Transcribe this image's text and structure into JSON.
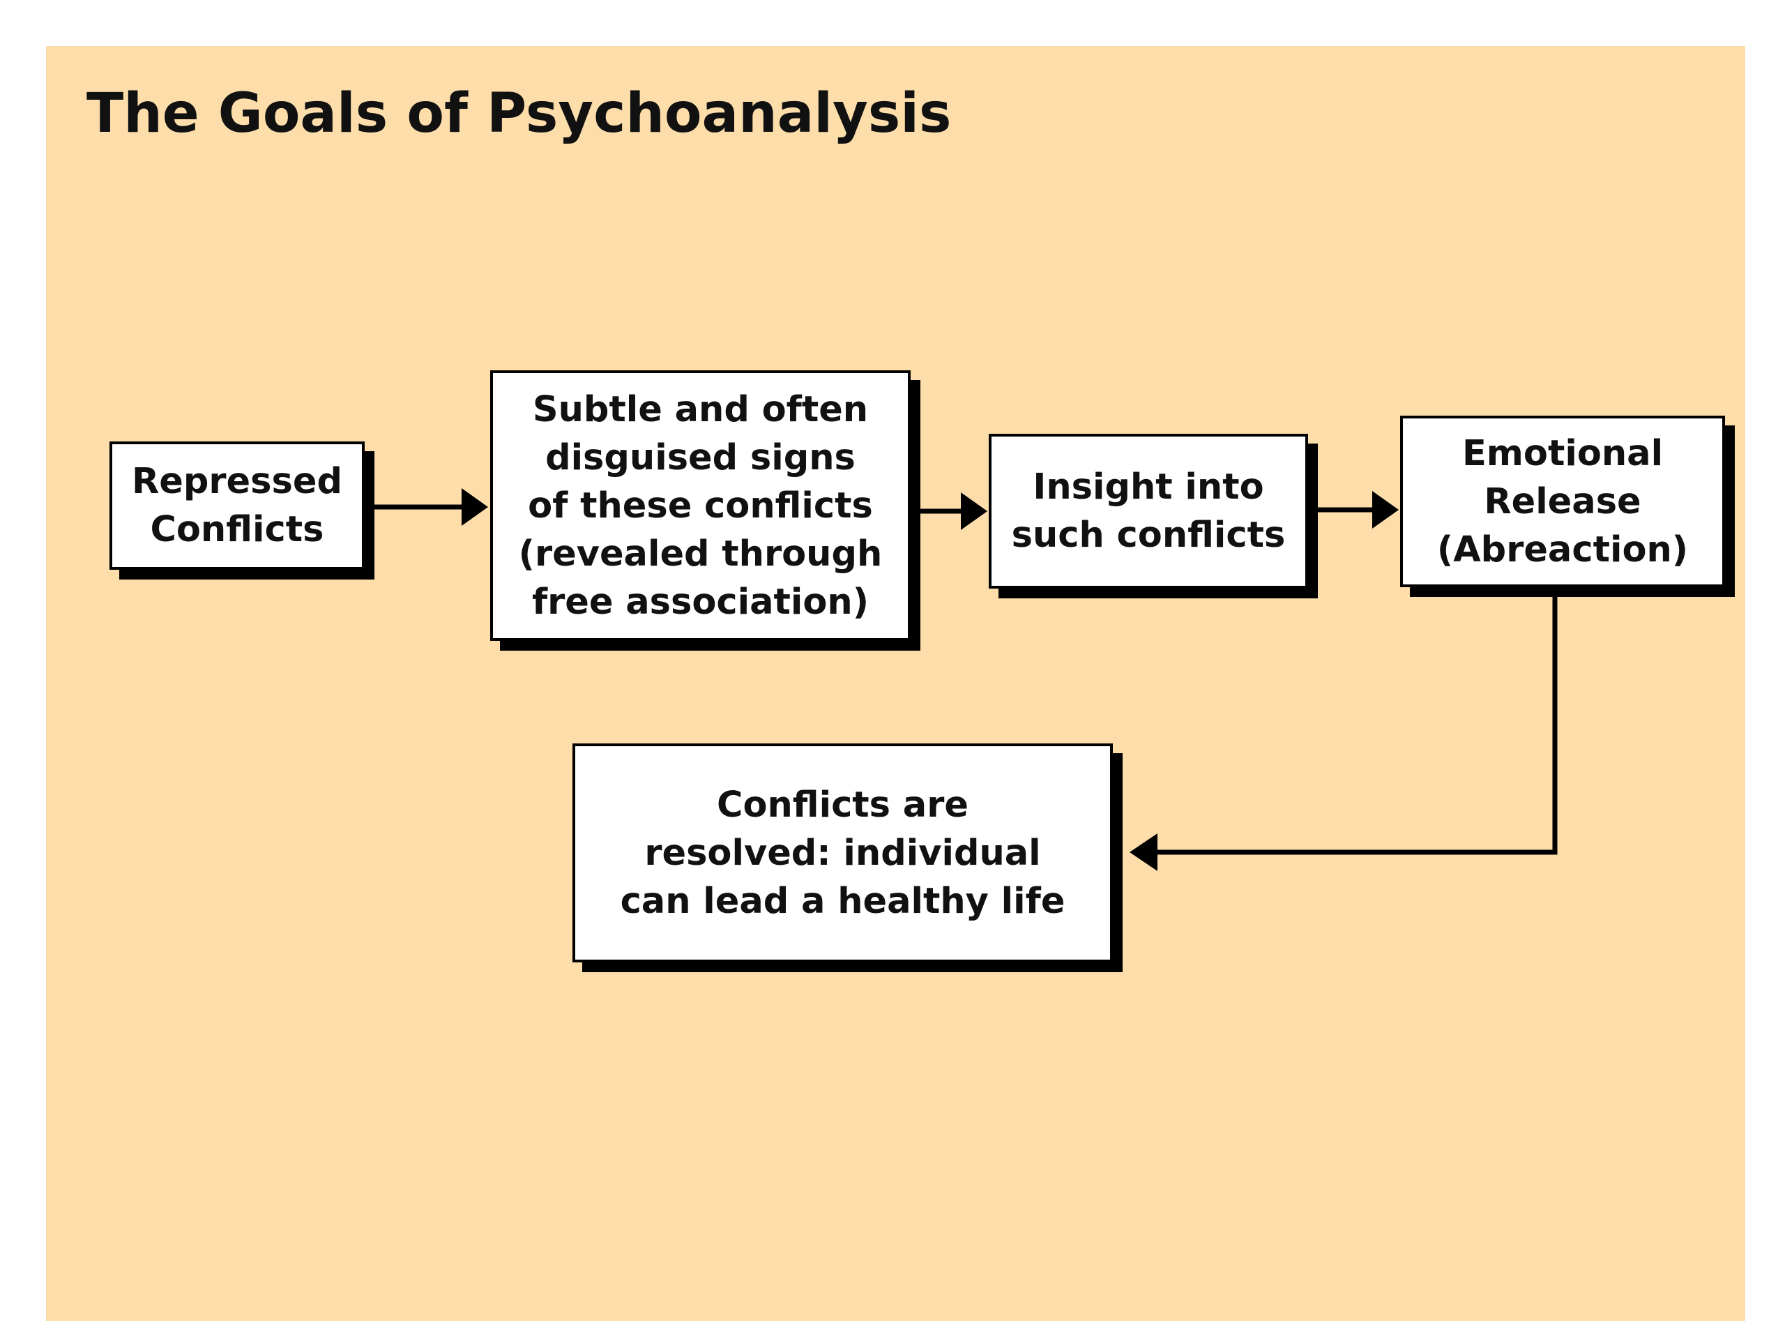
{
  "title": "The Goals of Psychoanalysis",
  "colors": {
    "background": "#FDDEAB",
    "box_fill": "#ffffff",
    "stroke": "#000000"
  },
  "nodes": {
    "repressed": "Repressed\nConflicts",
    "signs": "Subtle and often\ndisguised signs\nof these conflicts\n(revealed through\nfree association)",
    "insight": "Insight into\nsuch conflicts",
    "release": "Emotional\nRelease\n(Abreaction)",
    "resolved": "Conflicts are\nresolved: individual\ncan lead a healthy life"
  },
  "edges": [
    {
      "from": "repressed",
      "to": "signs"
    },
    {
      "from": "signs",
      "to": "insight"
    },
    {
      "from": "insight",
      "to": "release"
    },
    {
      "from": "release",
      "to": "resolved"
    }
  ]
}
